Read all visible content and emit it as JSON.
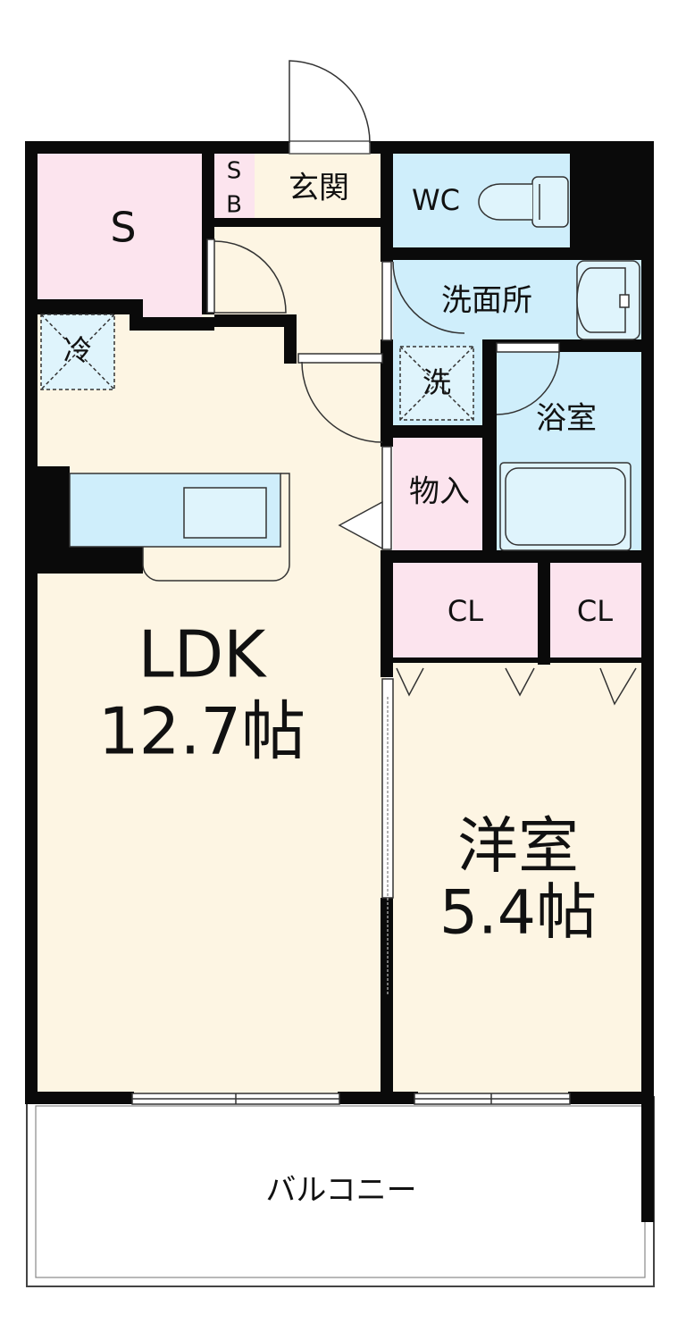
{
  "colors": {
    "wall": "#0a0a0a",
    "living_floor": "#fdf5e3",
    "pink_room": "#fce4ee",
    "water_room": "#cfeefb",
    "fixture": "#dff4fc",
    "balcony": "#ffffff"
  },
  "rooms": {
    "storage": "S",
    "shoe_box_s": "S",
    "shoe_box_b": "B",
    "entrance": "玄関",
    "wc": "WC",
    "washroom": "洗面所",
    "fridge": "冷",
    "washer": "洗",
    "bath": "浴室",
    "closet_small": "物入",
    "ldk_name": "LDK",
    "ldk_size": "12.7帖",
    "cl_left": "CL",
    "cl_right": "CL",
    "western_name": "洋室",
    "western_size": "5.4帖",
    "balcony": "バルコニー"
  },
  "icons": [
    "door-swing-icon",
    "toilet-icon",
    "washbasin-icon",
    "bathtub-icon",
    "kitchen-counter-icon",
    "entry-arrow-icon",
    "closet-door-icon"
  ]
}
